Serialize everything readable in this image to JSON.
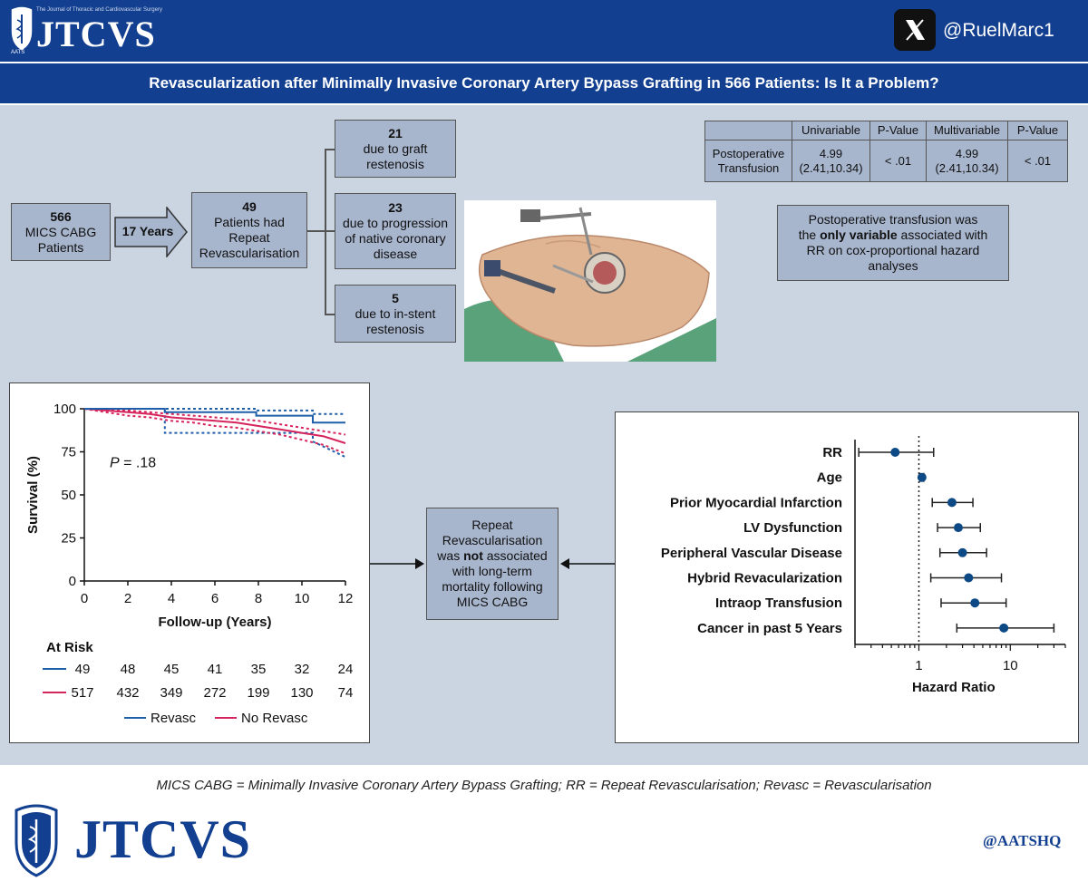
{
  "header": {
    "journal_small": "The Journal of Thoracic and Cardiovascular Surgery",
    "logo_text": "JTCVS",
    "seal_text": "AATS",
    "x_handle": "@RuelMarc1"
  },
  "title": "Revascularization after Minimally Invasive Coronary Artery Bypass Grafting in 566 Patients: Is It a Problem?",
  "flow": {
    "patients_number": "566",
    "patients_label_1": "MICS CABG",
    "patients_label_2": "Patients",
    "years": "17 Years",
    "repeat_number": "49",
    "repeat_label_1": "Patients had",
    "repeat_label_2": "Repeat",
    "repeat_label_3": "Revascularisation",
    "branches": [
      {
        "number": "21",
        "line1": "due to graft",
        "line2": "restenosis"
      },
      {
        "number": "23",
        "line1": "due to progression",
        "line2": "of native coronary",
        "line3": "disease"
      },
      {
        "number": "5",
        "line1": "due to in-stent",
        "line2": "restenosis"
      }
    ]
  },
  "table": {
    "headers": [
      "",
      "Univariable",
      "P-Value",
      "Multivariable",
      "P-Value"
    ],
    "row_label_1": "Postoperative",
    "row_label_2": "Transfusion",
    "univariable_1": "4.99",
    "univariable_2": "(2.41,10.34)",
    "univariable_p": "< .01",
    "multivariable_1": "4.99",
    "multivariable_2": "(2.41,10.34)",
    "multivariable_p": "< .01"
  },
  "transfusion_note": {
    "line1": "Postoperative transfusion was",
    "line2_pre": "the ",
    "line2_bold": "only variable",
    "line2_post": " associated with",
    "line3": "RR on cox-proportional hazard",
    "line4": "analyses"
  },
  "center_box": {
    "line1": "Repeat",
    "line2": "Revascularisation",
    "line3_pre": "was ",
    "line3_bold": "not",
    "line3_post": " associated",
    "line4": "with long-term",
    "line5": "mortality following",
    "line6": "MICS CABG"
  },
  "chart_data": [
    {
      "type": "line",
      "ylabel": "Survival (%)",
      "xlabel": "Follow-up (Years)",
      "xlim": [
        0,
        12
      ],
      "ylim": [
        0,
        100
      ],
      "xticks": [
        "0",
        "2",
        "4",
        "6",
        "8",
        "10",
        "12"
      ],
      "yticks": [
        "0",
        "25",
        "50",
        "75",
        "100"
      ],
      "annotation_p": "P",
      "annotation_value": " = .18",
      "series": [
        {
          "name": "Revasc",
          "color": "#1f5ea8",
          "x": [
            0,
            3.7,
            3.7,
            7.9,
            7.9,
            10.5,
            10.5,
            12
          ],
          "y": [
            100,
            100,
            98,
            98,
            96,
            96,
            92,
            92
          ],
          "ci_upper": [
            100,
            100,
            100,
            100,
            99,
            99,
            97,
            97
          ],
          "ci_lower": [
            100,
            100,
            86,
            86,
            86,
            86,
            81,
            72
          ]
        },
        {
          "name": "No Revasc",
          "color": "#d6245c",
          "x": [
            0,
            1,
            2,
            3,
            4,
            5,
            6,
            7,
            8,
            9,
            10,
            11,
            12
          ],
          "y": [
            100,
            99,
            98,
            97,
            95,
            94,
            93,
            92,
            90,
            88,
            86,
            84,
            80
          ],
          "ci_upper": [
            100,
            100,
            99,
            98,
            97,
            96,
            95,
            94,
            93,
            91,
            89,
            87,
            85
          ],
          "ci_lower": [
            100,
            98,
            96,
            95,
            93,
            92,
            90,
            89,
            87,
            85,
            82,
            79,
            74
          ]
        }
      ],
      "at_risk_title": "At Risk",
      "at_risk": [
        {
          "name": "Revasc",
          "values": [
            "49",
            "48",
            "45",
            "41",
            "35",
            "32",
            "24"
          ]
        },
        {
          "name": "No Revasc",
          "values": [
            "517",
            "432",
            "349",
            "272",
            "199",
            "130",
            "74"
          ]
        }
      ],
      "legend": [
        "Revasc",
        "No Revasc"
      ]
    },
    {
      "type": "scatter",
      "xlabel": "Hazard Ratio",
      "x_scale": "log",
      "xlim": [
        0.2,
        40
      ],
      "xticks": [
        "1",
        "10"
      ],
      "reference_line": 1,
      "categories": [
        "RR",
        "Age",
        "Prior Myocardial Infarction",
        "LV Dysfunction",
        "Peripheral Vascular Disease",
        "Hybrid Revacularization",
        "Intraop Transfusion",
        "Cancer in past 5 Years"
      ],
      "hr": [
        0.55,
        1.08,
        2.3,
        2.7,
        3.0,
        3.5,
        4.1,
        8.5
      ],
      "ci_low": [
        0.22,
        1.03,
        1.4,
        1.6,
        1.7,
        1.35,
        1.75,
        2.6
      ],
      "ci_high": [
        1.45,
        1.13,
        3.9,
        4.7,
        5.5,
        8.0,
        9.0,
        30
      ],
      "color": "#0d4a85"
    }
  ],
  "footnote": "MICS CABG = Minimally Invasive Coronary Artery Bypass Grafting; RR = Repeat Revascularisation; Revasc = Revascularisation",
  "footer": {
    "logo_text": "JTCVS",
    "handle": "@AATSHQ"
  }
}
